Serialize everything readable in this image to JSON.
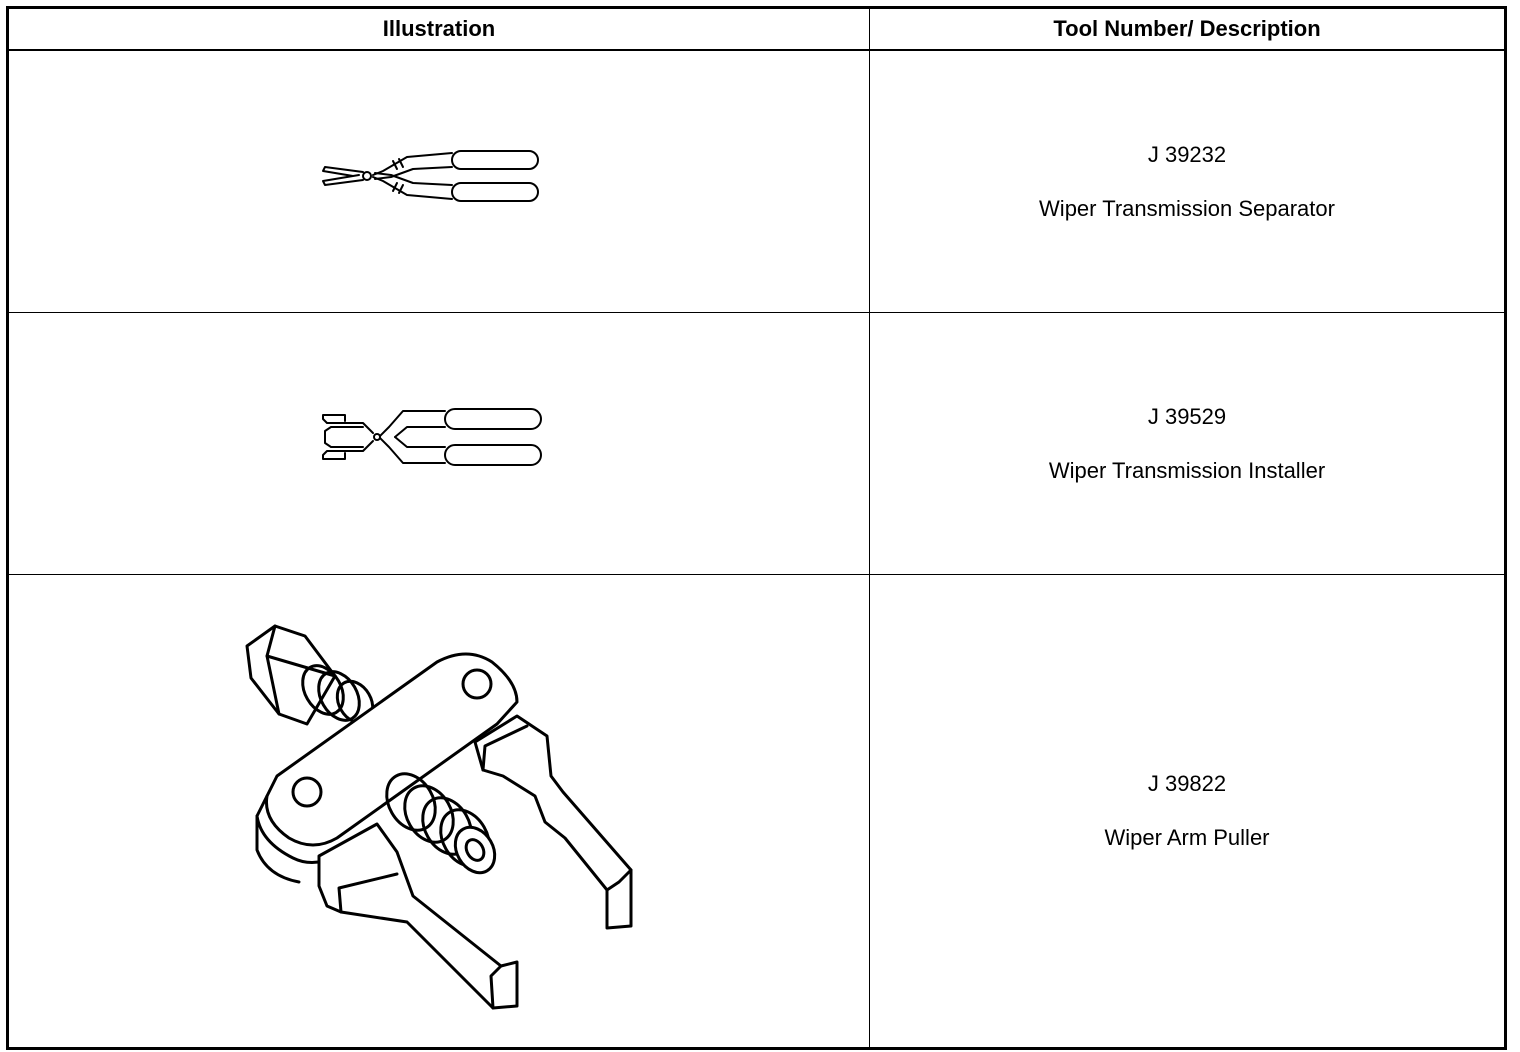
{
  "table": {
    "headers": {
      "illustration": "Illustration",
      "description": "Tool Number/ Description"
    },
    "rows": [
      {
        "tool_number": "J 39232",
        "description": "Wiper Transmission Separator",
        "illustration_icon": "separator-pliers-icon"
      },
      {
        "tool_number": "J 39529",
        "description": "Wiper Transmission Installer",
        "illustration_icon": "installer-pliers-icon"
      },
      {
        "tool_number": "J 39822",
        "description": "Wiper Arm Puller",
        "illustration_icon": "arm-puller-icon"
      }
    ]
  }
}
